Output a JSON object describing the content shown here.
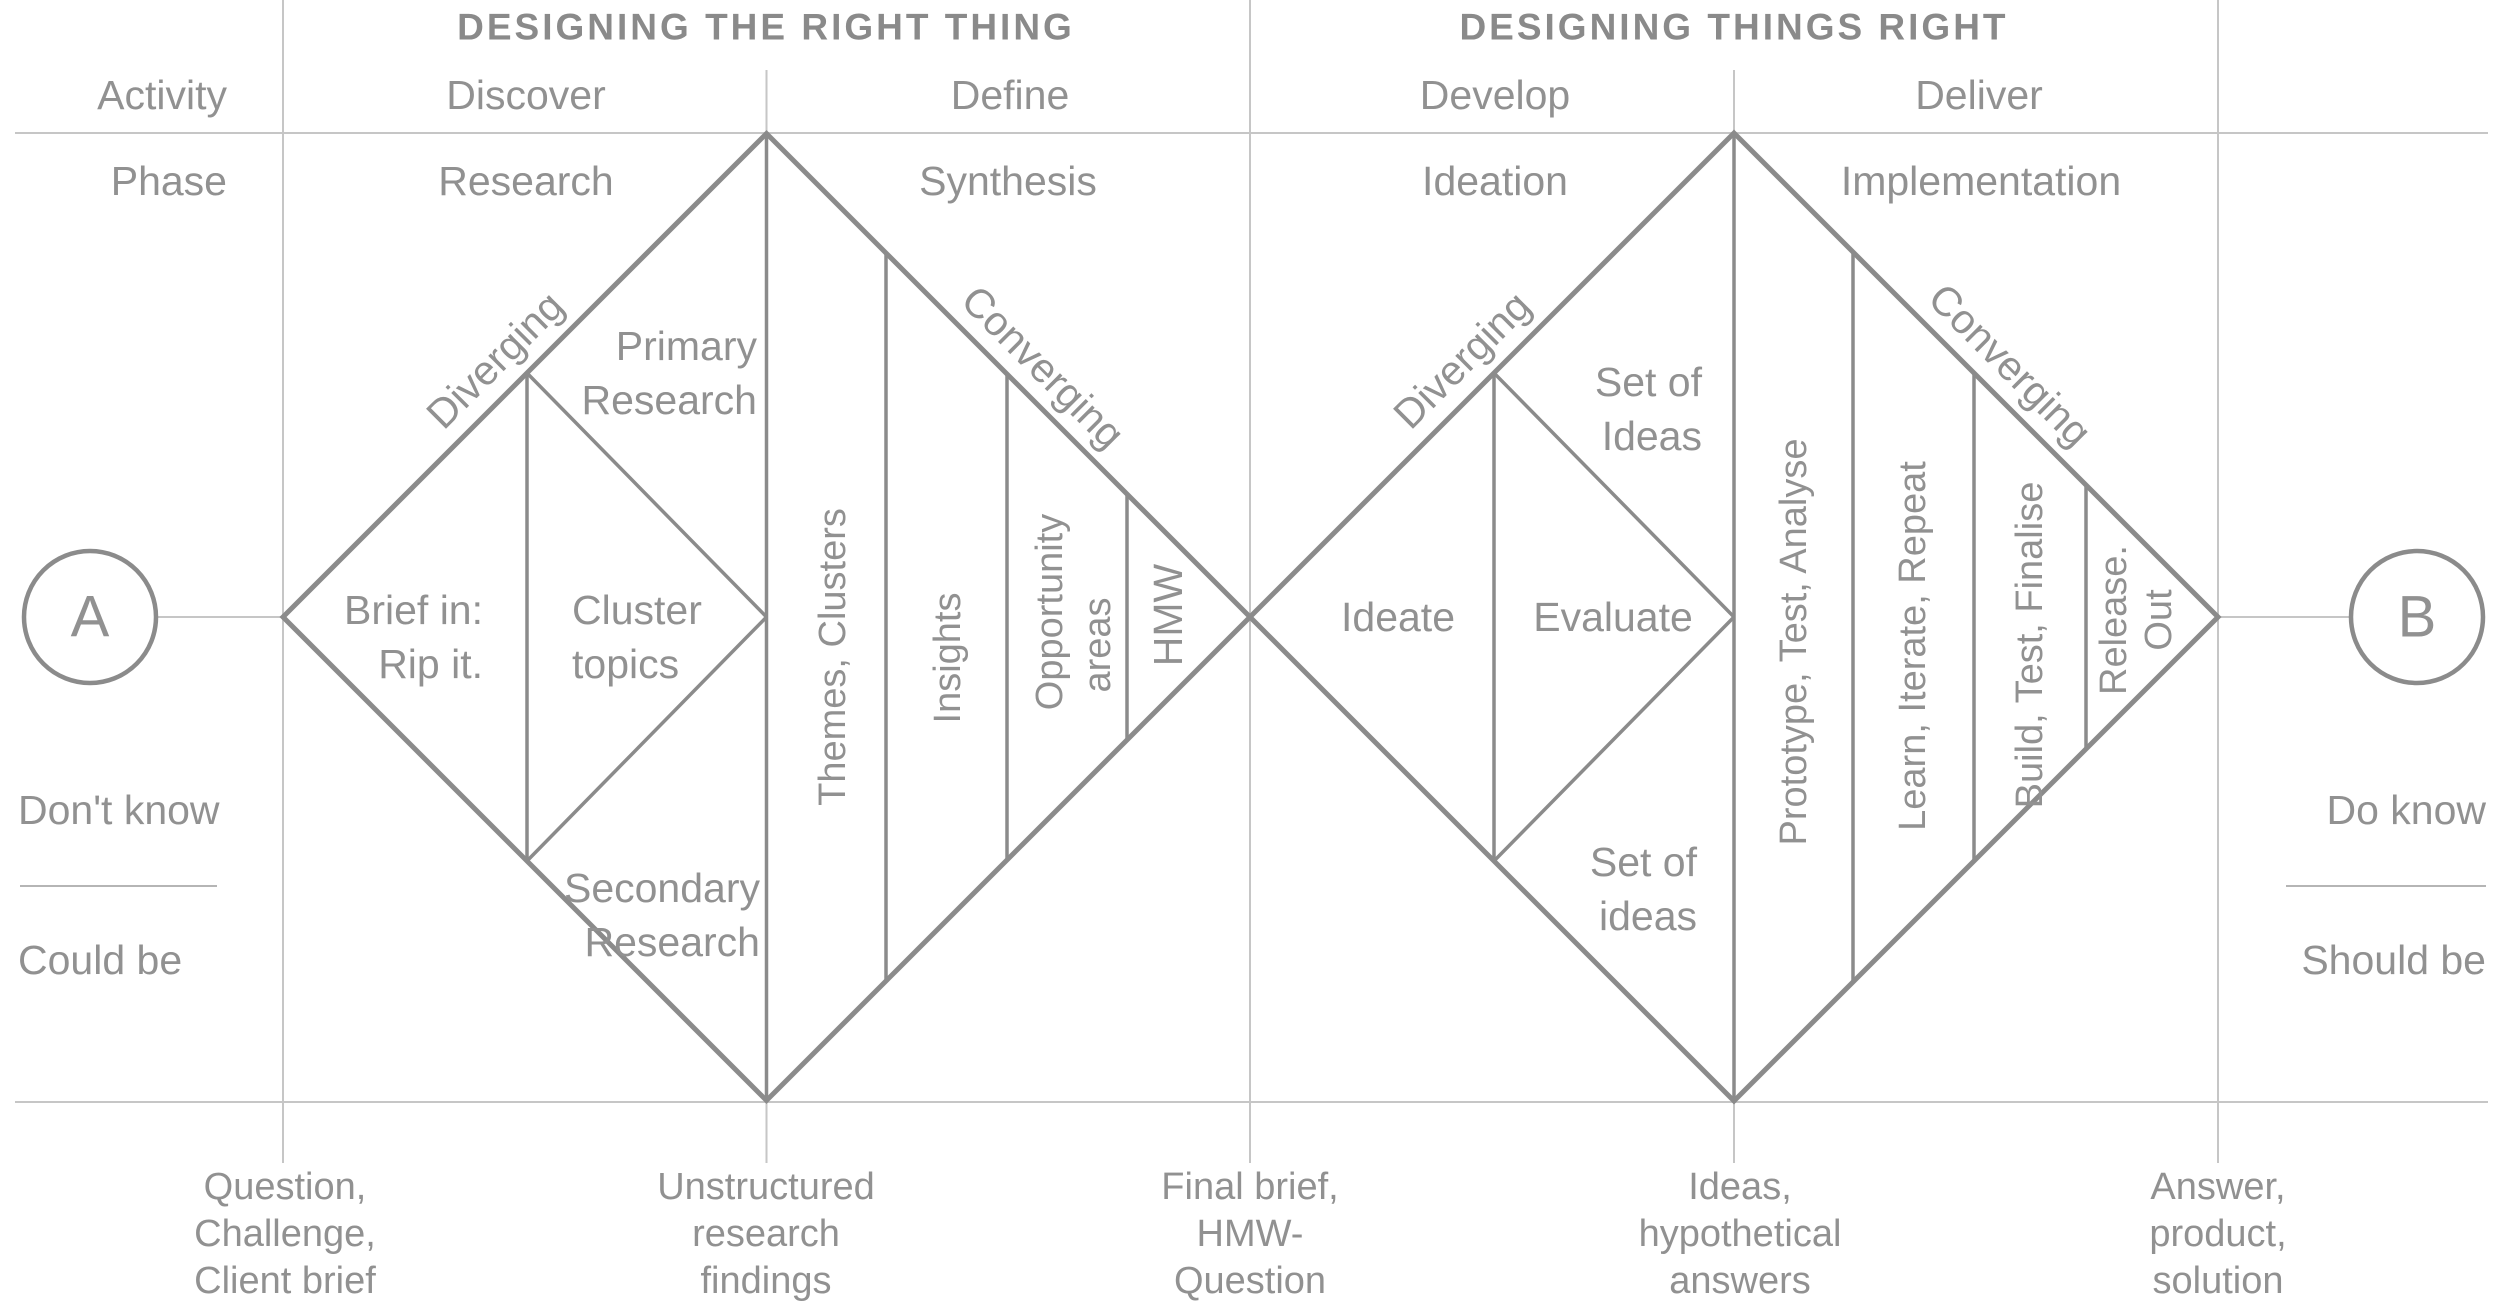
{
  "title": "Double Diamond design process diagram",
  "colors": {
    "line": "#8b8b8b",
    "thin_line": "#c6c6c6",
    "text": "#919191",
    "heading": "#8a8a8a",
    "background": "#ffffff"
  },
  "headings": {
    "left": "DESIGNING THE RIGHT THING",
    "right": "DESIGNING THINGS RIGHT"
  },
  "row_labels": {
    "activity": "Activity",
    "phase": "Phase"
  },
  "columns": [
    {
      "activity": "Discover",
      "phase": "Research"
    },
    {
      "activity": "Define",
      "phase": "Synthesis"
    },
    {
      "activity": "Develop",
      "phase": "Ideation"
    },
    {
      "activity": "Deliver",
      "phase": "Implementation"
    }
  ],
  "endpoints": {
    "start": "A",
    "end": "B"
  },
  "left_panel": {
    "line1": "Don't know",
    "line2": "Could be"
  },
  "right_panel": {
    "line1": "Do know",
    "line2": "Should be"
  },
  "diamond1": {
    "diverging": "Diverging",
    "converging": "Converging",
    "brief": [
      "Brief in:",
      "Rip it."
    ],
    "cluster": [
      "Cluster",
      "topics"
    ],
    "primary": [
      "Primary",
      "Research"
    ],
    "secondary": [
      "Secondary",
      "Research"
    ],
    "strips": {
      "themes": "Themes, Clusters",
      "insights": "Insights",
      "opportunity": [
        "Opportunity",
        "areas"
      ],
      "hmw": "HMW"
    }
  },
  "diamond2": {
    "diverging": "Diverging",
    "converging": "Converging",
    "ideate": "Ideate",
    "evaluate": "Evaluate",
    "set_of_ideas_top": [
      "Set of",
      "Ideas"
    ],
    "set_of_ideas_bottom": [
      "Set of",
      "ideas"
    ],
    "strips": {
      "prototype": "Prototype, Test, Analyse",
      "learn": "Learn, Iterate, Repeat",
      "build": "Build, Test, Finalise",
      "release": [
        "Release.",
        "Out"
      ]
    }
  },
  "bottom_labels": [
    {
      "lines": [
        "Question,",
        "Challenge,",
        "Client brief"
      ]
    },
    {
      "lines": [
        "Unstructured",
        "research",
        "findings"
      ]
    },
    {
      "lines": [
        "Final brief,",
        "HMW-",
        "Question"
      ]
    },
    {
      "lines": [
        "Ideas,",
        "hypothetical",
        "answers"
      ]
    },
    {
      "lines": [
        "Answer,",
        "product,",
        "solution"
      ]
    }
  ]
}
